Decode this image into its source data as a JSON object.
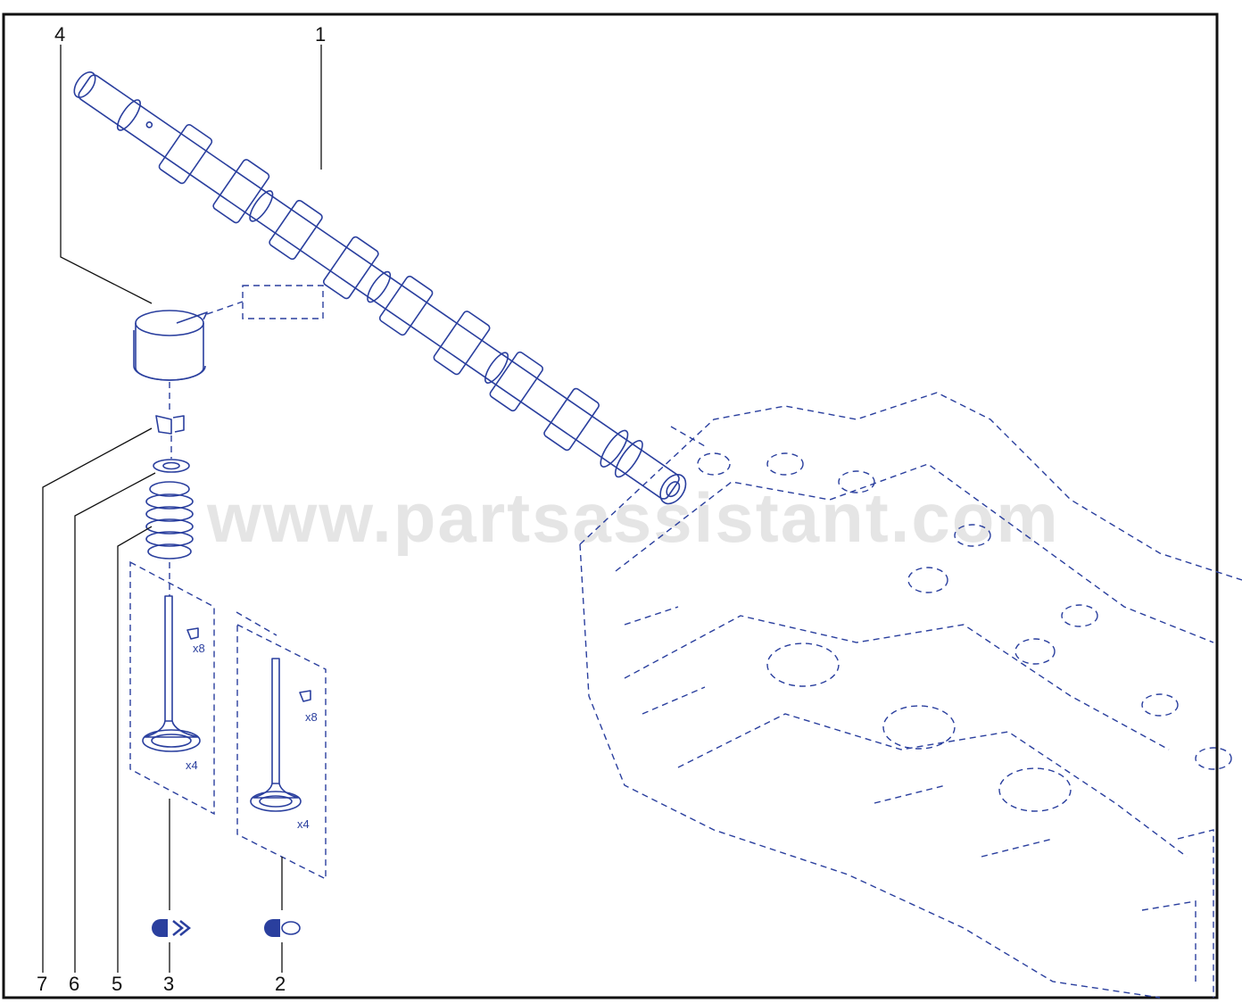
{
  "watermark": "www.partsassistant.com",
  "colors": {
    "line": "#2a3f9e",
    "border": "#111111",
    "watermark": "#cfcfcf"
  },
  "callouts": [
    {
      "id": "c1",
      "label": "1"
    },
    {
      "id": "c2",
      "label": "2"
    },
    {
      "id": "c3",
      "label": "3"
    },
    {
      "id": "c4",
      "label": "4"
    },
    {
      "id": "c5",
      "label": "5"
    },
    {
      "id": "c6",
      "label": "6"
    },
    {
      "id": "c7",
      "label": "7"
    }
  ],
  "quantities": {
    "keepers_a": "x8",
    "valves_a": "x4",
    "keepers_b": "x8",
    "valves_b": "x4"
  },
  "icons": [
    "camshaft",
    "tappet",
    "valve-keeper-icon",
    "valve-spring-cap",
    "valve-spring",
    "intake-valve",
    "exhaust-valve",
    "intake-symbol-icon",
    "exhaust-symbol-icon",
    "cylinder-head-outline"
  ]
}
